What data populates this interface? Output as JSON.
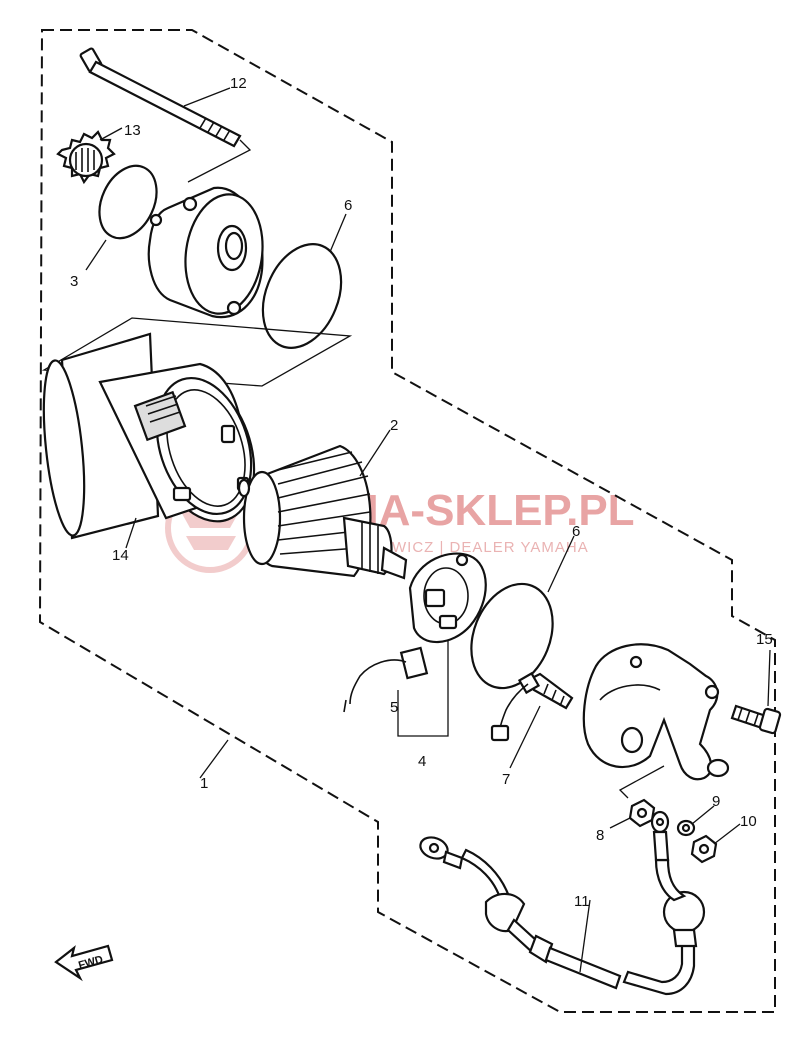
{
  "callouts": {
    "c1": "1",
    "c2": "2",
    "c3": "3",
    "c4": "4",
    "c5": "5",
    "c6a": "6",
    "c6b": "6",
    "c7": "7",
    "c8": "8",
    "c9": "9",
    "c10": "10",
    "c11": "11",
    "c12": "12",
    "c13": "13",
    "c14": "14",
    "c15": "15"
  },
  "watermark": {
    "main": "MA-SKLEP.PL",
    "sub": "WICZ | DEALER YAMAHA",
    "color": "#e8a4a4"
  },
  "fwd_label": "FWD"
}
